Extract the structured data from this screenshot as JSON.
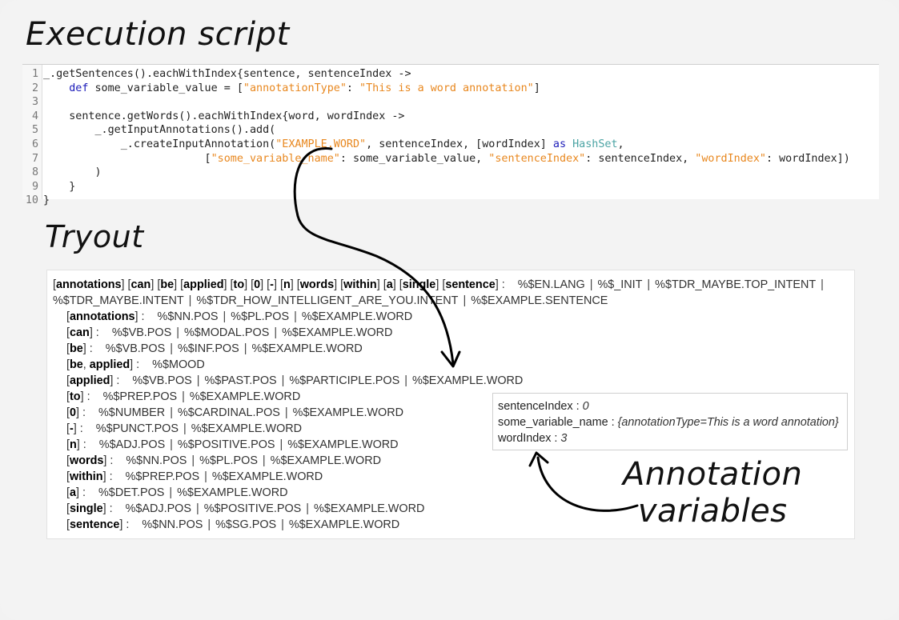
{
  "titles": {
    "execution": "Execution script",
    "tryout": "Tryout",
    "annotation_line1": "Annotation",
    "annotation_line2": "variables"
  },
  "code": {
    "lines": [
      {
        "n": "1",
        "parts": [
          [
            "t",
            "_.getSentences().eachWithIndex{sentence, sentenceIndex ->"
          ]
        ]
      },
      {
        "n": "2",
        "parts": [
          [
            "t",
            "    "
          ],
          [
            "k",
            "def"
          ],
          [
            "t",
            " some_variable_value = ["
          ],
          [
            "s",
            "\"annotationType\""
          ],
          [
            "t",
            ": "
          ],
          [
            "s",
            "\"This is a word annotation\""
          ],
          [
            "t",
            "]"
          ]
        ]
      },
      {
        "n": "3",
        "parts": [
          [
            "t",
            ""
          ]
        ]
      },
      {
        "n": "4",
        "parts": [
          [
            "t",
            "    sentence.getWords().eachWithIndex{word, wordIndex ->"
          ]
        ]
      },
      {
        "n": "5",
        "parts": [
          [
            "t",
            "        _.getInputAnnotations().add("
          ]
        ]
      },
      {
        "n": "6",
        "parts": [
          [
            "t",
            "            _.createInputAnnotation("
          ],
          [
            "s",
            "\"EXAMPLE.WORD\""
          ],
          [
            "t",
            ", sentenceIndex, [wordIndex] "
          ],
          [
            "k",
            "as"
          ],
          [
            "t",
            " "
          ],
          [
            "c",
            "HashSet"
          ],
          [
            "t",
            ","
          ]
        ]
      },
      {
        "n": "7",
        "parts": [
          [
            "t",
            "                         ["
          ],
          [
            "s",
            "\"some_variable_name\""
          ],
          [
            "t",
            ": some_variable_value, "
          ],
          [
            "s",
            "\"sentenceIndex\""
          ],
          [
            "t",
            ": sentenceIndex, "
          ],
          [
            "s",
            "\"wordIndex\""
          ],
          [
            "t",
            ": wordIndex])"
          ]
        ]
      },
      {
        "n": "8",
        "parts": [
          [
            "t",
            "        )"
          ]
        ]
      },
      {
        "n": "9",
        "parts": [
          [
            "t",
            "    }"
          ]
        ]
      },
      {
        "n": "10",
        "parts": [
          [
            "t",
            "}"
          ]
        ]
      }
    ]
  },
  "tryout": {
    "sentence_tokens": [
      "annotations",
      "can",
      "be",
      "applied",
      "to",
      "0",
      "-",
      "n",
      "words",
      "within",
      "a",
      "single",
      "sentence"
    ],
    "sentence_annotations_line1": [
      "%$EN.LANG",
      "%$_INIT",
      "%$TDR_MAYBE.TOP_INTENT"
    ],
    "sentence_annotations_line2": [
      "%$TDR_MAYBE.INTENT",
      "%$TDR_HOW_INTELLIGENT_ARE_YOU.INTENT",
      "%$EXAMPLE.SENTENCE"
    ],
    "word_rows": [
      {
        "tokens": [
          "annotations"
        ],
        "anns": [
          "%$NN.POS",
          "%$PL.POS",
          "%$EXAMPLE.WORD"
        ]
      },
      {
        "tokens": [
          "can"
        ],
        "anns": [
          "%$VB.POS",
          "%$MODAL.POS",
          "%$EXAMPLE.WORD"
        ]
      },
      {
        "tokens": [
          "be"
        ],
        "anns": [
          "%$VB.POS",
          "%$INF.POS",
          "%$EXAMPLE.WORD"
        ]
      },
      {
        "tokens": [
          "be",
          "applied"
        ],
        "anns": [
          "%$MOOD"
        ]
      },
      {
        "tokens": [
          "applied"
        ],
        "anns": [
          "%$VB.POS",
          "%$PAST.POS",
          "%$PARTICIPLE.POS",
          "%$EXAMPLE.WORD"
        ]
      },
      {
        "tokens": [
          "to"
        ],
        "anns": [
          "%$PREP.POS",
          "%$EXAMPLE.WORD"
        ]
      },
      {
        "tokens": [
          "0"
        ],
        "anns": [
          "%$NUMBER",
          "%$CARDINAL.POS",
          "%$EXAMPLE.WORD"
        ]
      },
      {
        "tokens": [
          "-"
        ],
        "anns": [
          "%$PUNCT.POS",
          "%$EXAMPLE.WORD"
        ]
      },
      {
        "tokens": [
          "n"
        ],
        "anns": [
          "%$ADJ.POS",
          "%$POSITIVE.POS",
          "%$EXAMPLE.WORD"
        ]
      },
      {
        "tokens": [
          "words"
        ],
        "anns": [
          "%$NN.POS",
          "%$PL.POS",
          "%$EXAMPLE.WORD"
        ]
      },
      {
        "tokens": [
          "within"
        ],
        "anns": [
          "%$PREP.POS",
          "%$EXAMPLE.WORD"
        ]
      },
      {
        "tokens": [
          "a"
        ],
        "anns": [
          "%$DET.POS",
          "%$EXAMPLE.WORD"
        ]
      },
      {
        "tokens": [
          "single"
        ],
        "anns": [
          "%$ADJ.POS",
          "%$POSITIVE.POS",
          "%$EXAMPLE.WORD"
        ]
      },
      {
        "tokens": [
          "sentence"
        ],
        "anns": [
          "%$NN.POS",
          "%$SG.POS",
          "%$EXAMPLE.WORD"
        ]
      }
    ]
  },
  "variables": [
    {
      "key": "sentenceIndex",
      "value": "0"
    },
    {
      "key": "some_variable_name",
      "value": "{annotationType=This is a word annotation}"
    },
    {
      "key": "wordIndex",
      "value": "3"
    }
  ],
  "colors": {
    "keyword": "#1a1ab8",
    "string": "#e8871e",
    "class": "#4aa3a3"
  }
}
